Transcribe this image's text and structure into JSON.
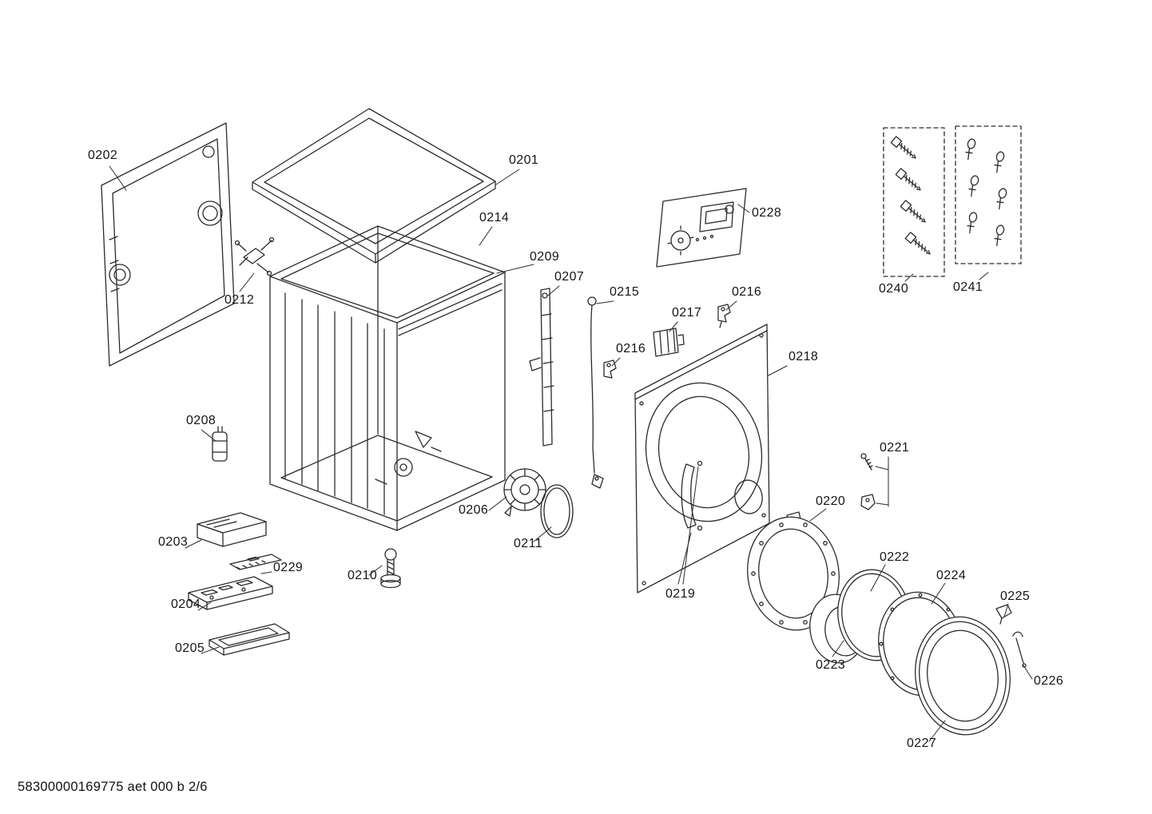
{
  "page": {
    "footer": "58300000169775 aet 000 b 2/6",
    "background_color": "#ffffff",
    "line_color": "#2b2b2b",
    "text_color": "#161616"
  },
  "diagram": {
    "type": "exploded-parts-diagram",
    "subject": "washing machine exploded view parts diagram",
    "labels": [
      {
        "id": "0202",
        "text": "0202"
      },
      {
        "id": "0201",
        "text": "0201"
      },
      {
        "id": "0214",
        "text": "0214"
      },
      {
        "id": "0209",
        "text": "0209"
      },
      {
        "id": "0207",
        "text": "0207"
      },
      {
        "id": "0215",
        "text": "0215"
      },
      {
        "id": "0216-a",
        "text": "0216"
      },
      {
        "id": "0217",
        "text": "0217"
      },
      {
        "id": "0216-b",
        "text": "0216"
      },
      {
        "id": "0228",
        "text": "0228"
      },
      {
        "id": "0212",
        "text": "0212"
      },
      {
        "id": "0218",
        "text": "0218"
      },
      {
        "id": "0208",
        "text": "0208"
      },
      {
        "id": "0206",
        "text": "0206"
      },
      {
        "id": "0211",
        "text": "0211"
      },
      {
        "id": "0210",
        "text": "0210"
      },
      {
        "id": "0203",
        "text": "0203"
      },
      {
        "id": "0229",
        "text": "0229"
      },
      {
        "id": "0204",
        "text": "0204"
      },
      {
        "id": "0205",
        "text": "0205"
      },
      {
        "id": "0219",
        "text": "0219"
      },
      {
        "id": "0220",
        "text": "0220"
      },
      {
        "id": "0221",
        "text": "0221"
      },
      {
        "id": "0222",
        "text": "0222"
      },
      {
        "id": "0224",
        "text": "0224"
      },
      {
        "id": "0225",
        "text": "0225"
      },
      {
        "id": "0223",
        "text": "0223"
      },
      {
        "id": "0226",
        "text": "0226"
      },
      {
        "id": "0227",
        "text": "0227"
      },
      {
        "id": "0240",
        "text": "0240"
      },
      {
        "id": "0241",
        "text": "0241"
      }
    ]
  }
}
